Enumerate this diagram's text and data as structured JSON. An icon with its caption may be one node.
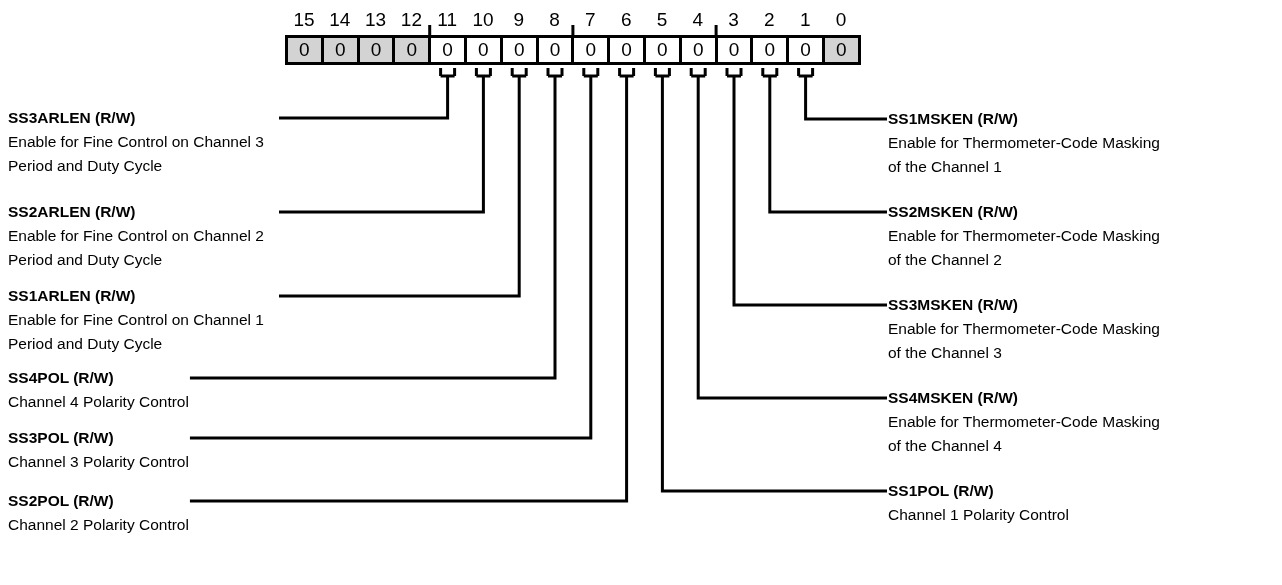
{
  "diagram": {
    "nodes": [
      {
        "text": [
          "0"
        ],
        "beside": [
          "15"
        ]
      },
      {
        "text": [
          "0"
        ],
        "beside": [
          "14"
        ]
      },
      {
        "text": [
          "0"
        ],
        "beside": [
          "13"
        ]
      },
      {
        "text": [
          "0"
        ],
        "beside": [
          "12"
        ]
      },
      {
        "text": [
          "0"
        ],
        "beside": [
          "11"
        ]
      },
      {
        "text": [
          "0"
        ],
        "beside": [
          "10"
        ]
      },
      {
        "text": [
          "0"
        ],
        "beside": [
          "9"
        ]
      },
      {
        "text": [
          "0"
        ],
        "beside": [
          "8"
        ]
      },
      {
        "text": [
          "0"
        ],
        "beside": [
          "7"
        ]
      },
      {
        "text": [
          "0"
        ],
        "beside": [
          "6"
        ]
      },
      {
        "text": [
          "0"
        ],
        "beside": [
          "5"
        ]
      },
      {
        "text": [
          "0"
        ],
        "beside": [
          "4"
        ]
      },
      {
        "text": [
          "0"
        ],
        "beside": [
          "3"
        ]
      },
      {
        "text": [
          "0"
        ],
        "beside": [
          "2"
        ]
      },
      {
        "text": [
          "0"
        ],
        "beside": [
          "1"
        ]
      },
      {
        "text": [
          "0"
        ],
        "beside": [
          "0"
        ]
      },
      {
        "text": [
          "SS3ARLEN (R/W)",
          "Enable for Fine Control on Channel 3 Period and Duty Cycle"
        ]
      },
      {
        "text": [
          "SS2ARLEN (R/W)",
          "Enable for Fine Control on Channel 2 Period and Duty Cycle"
        ]
      },
      {
        "text": [
          "SS1ARLEN (R/W)",
          "Enable for Fine Control on Channel 1 Period and Duty Cycle"
        ]
      },
      {
        "text": [
          "SS4POL (R/W)",
          "Channel 4 Polarity Control"
        ]
      },
      {
        "text": [
          "SS3POL (R/W)",
          "Channel 3 Polarity Control"
        ]
      },
      {
        "text": [
          "SS2POL (R/W)",
          "Channel 2 Polarity Control"
        ]
      },
      {
        "text": [
          "SS1MSKEN (R/W)",
          "Enable for Thermometer-Code Masking of the Channel 1"
        ]
      },
      {
        "text": [
          "SS2MSKEN (R/W)",
          "Enable for Thermometer-Code Masking of the Channel 2"
        ]
      },
      {
        "text": [
          "SS3MSKEN (R/W)",
          "Enable for Thermometer-Code Masking of the Channel 3"
        ]
      },
      {
        "text": [
          "SS4MSKEN (R/W)",
          "Enable for Thermometer-Code Masking of the Channel 4"
        ]
      },
      {
        "text": [
          "SS1POL (R/W)",
          "Channel 1 Polarity Control"
        ]
      }
    ],
    "edges": [
      {
        "from": 16,
        "to": 4,
        "arrow": "none"
      },
      {
        "from": 17,
        "to": 5,
        "arrow": "none"
      },
      {
        "from": 18,
        "to": 6,
        "arrow": "none"
      },
      {
        "from": 19,
        "to": 7,
        "arrow": "none"
      },
      {
        "from": 20,
        "to": 8,
        "arrow": "none"
      },
      {
        "from": 21,
        "to": 9,
        "arrow": "none"
      },
      {
        "from": 22,
        "to": 14,
        "arrow": "none"
      },
      {
        "from": 23,
        "to": 13,
        "arrow": "none"
      },
      {
        "from": 24,
        "to": 12,
        "arrow": "none"
      },
      {
        "from": 25,
        "to": 11,
        "arrow": "none"
      },
      {
        "from": 26,
        "to": 10,
        "arrow": "none"
      }
    ]
  }
}
